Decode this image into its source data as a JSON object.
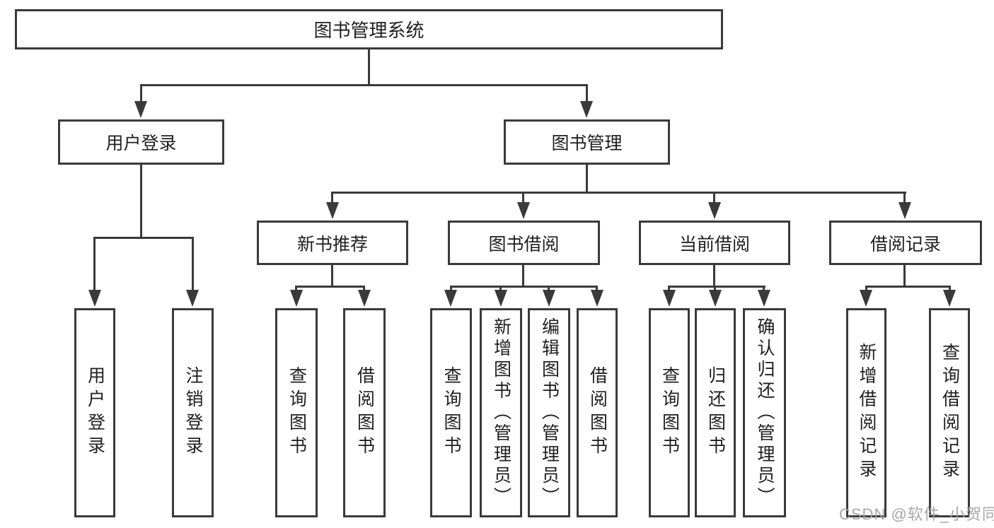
{
  "watermark": "CSDN @软件_小贺同学",
  "colors": {
    "line": "#3a3a3a",
    "box_border": "#3a3a3a",
    "text": "#1f1f1f",
    "background": "#ffffff",
    "watermark": "#a3a3a3"
  },
  "nodes": {
    "root": {
      "label": "图书管理系统"
    },
    "login_group": {
      "label": "用户登录"
    },
    "mgmt_group": {
      "label": "图书管理"
    },
    "user_login": {
      "label": "用户登录"
    },
    "logout": {
      "label": "注销登录"
    },
    "new_book_rec": {
      "label": "新书推荐"
    },
    "book_borrow": {
      "label": "图书借阅"
    },
    "current_borrow": {
      "label": "当前借阅"
    },
    "borrow_records": {
      "label": "借阅记录"
    },
    "rec_query_books": {
      "label": "查询图书"
    },
    "rec_borrow_books": {
      "label": "借阅图书"
    },
    "bb_query_books": {
      "label": "查询图书"
    },
    "bb_add_books": {
      "label": "新增图书（管理员）"
    },
    "bb_edit_books": {
      "label": "编辑图书（管理员）"
    },
    "bb_borrow_books": {
      "label": "借阅图书"
    },
    "cb_query_books": {
      "label": "查询图书"
    },
    "cb_return_books": {
      "label": "归还图书"
    },
    "cb_confirm_return": {
      "label": "确认归还（管理员）"
    },
    "br_add_record": {
      "label": "新增借阅记录"
    },
    "br_query_record": {
      "label": "查询借阅记录"
    }
  }
}
